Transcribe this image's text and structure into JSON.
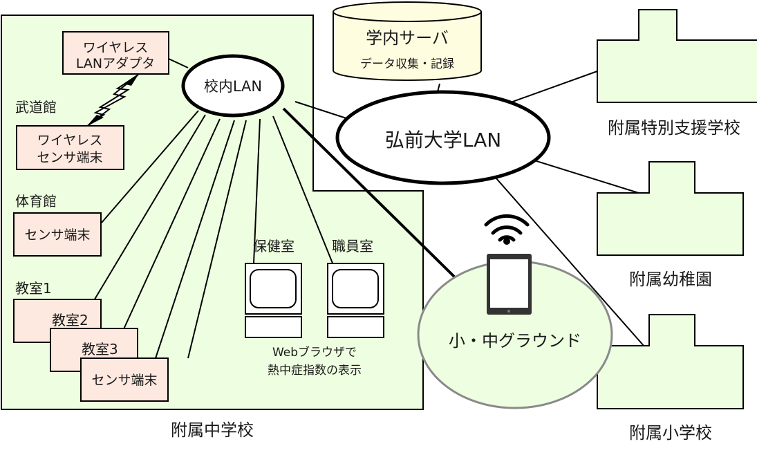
{
  "colors": {
    "zone_fill": "#eefee0",
    "device_fill": "#fde9df",
    "server_fill": "#fffde0",
    "line": "#000000",
    "ground_stroke": "#8a8a8a"
  },
  "server": {
    "title": "学内サーバ",
    "subtitle": "データ収集・記録"
  },
  "university_lan": "弘前大学LAN",
  "school_lan": "校内LAN",
  "middle_school": {
    "name": "附属中学校",
    "budokan_label": "武道館",
    "adapter": [
      "ワイヤレス",
      "LANアダプタ"
    ],
    "wireless_sensor": [
      "ワイヤレス",
      "センサ端末"
    ],
    "gym_label": "体育館",
    "gym_sensor": "センサ端末",
    "classroom1": "教室1",
    "classroom2": "教室2",
    "classroom3": "教室3",
    "classroom_sensor": "センサ端末",
    "health_room": "保健室",
    "staff_room": "職員室",
    "browser_note": [
      "Webブラウザで",
      "熱中症指数の表示"
    ]
  },
  "ground": "小・中グラウンド",
  "schools": {
    "special_support": "附属特別支援学校",
    "kindergarten": "附属幼稚園",
    "elementary": "附属小学校"
  }
}
